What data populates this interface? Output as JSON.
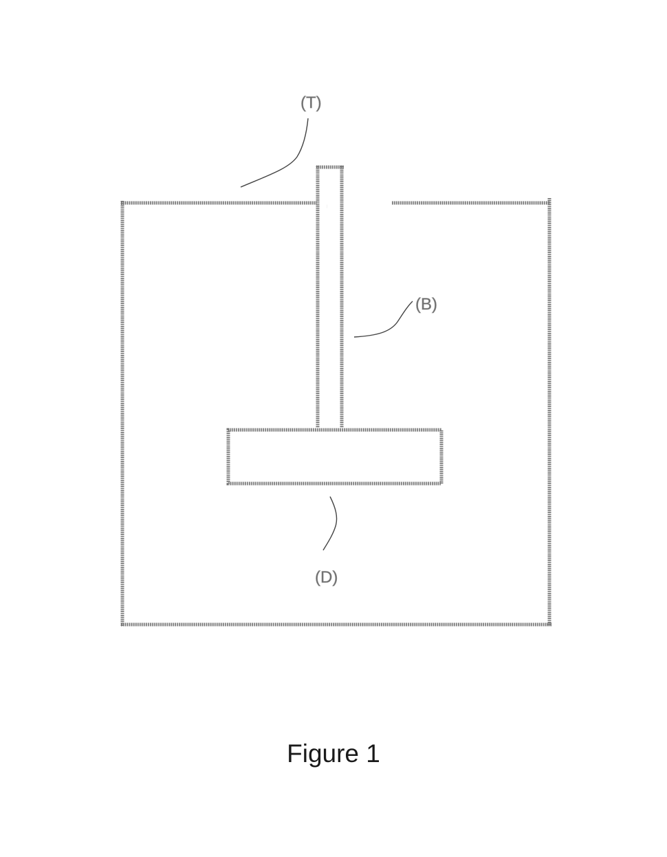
{
  "diagram": {
    "labels": {
      "tank": "(T)",
      "shaft": "(B)",
      "disc": "(D)"
    },
    "parts": {
      "tank": "tank",
      "shaft": "shaft",
      "disc": "disc"
    }
  },
  "caption": "Figure 1"
}
